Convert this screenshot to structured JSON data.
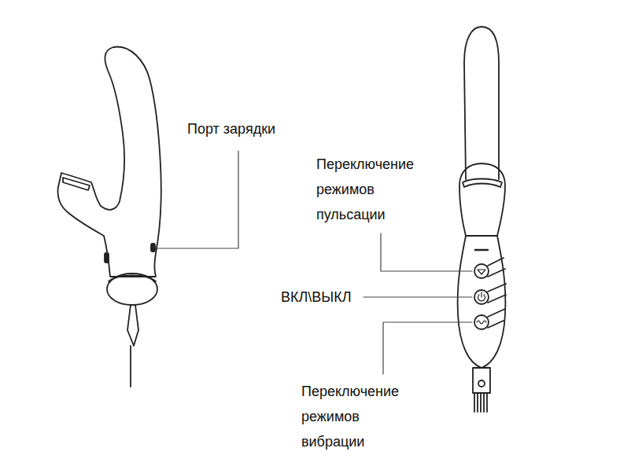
{
  "diagram": {
    "labels": [
      "Порт зарядки",
      "Переключение режимов пульсации",
      "ВКЛ\\ВЫКЛ",
      "Переключение режимов вибрации"
    ]
  }
}
